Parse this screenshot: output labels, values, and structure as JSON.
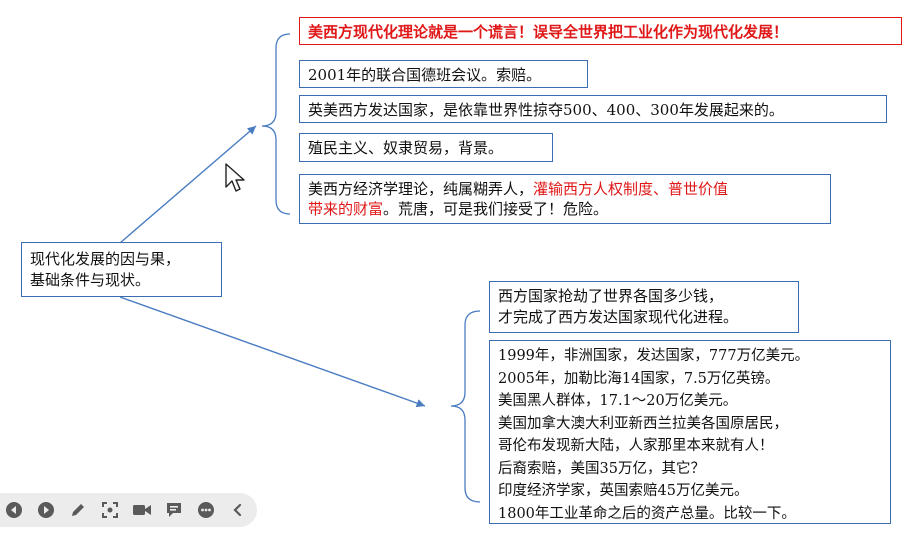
{
  "root": {
    "lines": [
      "现代化发展的因与果，",
      "基础条件与现状。"
    ]
  },
  "top_branch": {
    "b1": "美西方现代化理论就是一个谎言！误导全世界把工业化作为现代化发展！",
    "b2": "2001年的联合国德班会议。索赔。",
    "b3": "英美西方发达国家，是依靠世界性掠夺500、400、300年发展起来的。",
    "b4": "殖民主义、奴隶贸易，背景。",
    "b5": {
      "line1_plain": "美西方经济学理论，纯属糊弄人，",
      "line1_red": "灌输西方人权制度、普世价值",
      "line2_red": "带来的财富",
      "line2_plain": "。荒唐，可是我们接受了！危险。"
    }
  },
  "bottom_branch": {
    "c1": [
      "西方国家抢劫了世界各国多少钱，",
      "才完成了西方发达国家现代化进程。"
    ],
    "c2": [
      "1999年，非洲国家，发达国家，777万亿美元。",
      "2005年，加勒比海14国家，7.5万亿英镑。",
      "美国黑人群体，17.1～20万亿美元。",
      "美国加拿大澳大利亚新西兰拉美各国原居民，",
      "哥伦布发现新大陆，人家那里本来就有人！",
      "后裔索赔，美国35万亿，其它？",
      "印度经济学家，英国索赔45万亿美元。",
      "1800年工业革命之后的资产总量。比较一下。"
    ]
  },
  "colors": {
    "box_border": "#3b6db3",
    "connector": "#4a7cc2",
    "highlight": "#e01818",
    "toolbar_bg": "#ececec",
    "toolbar_icon": "#5a5a5a"
  },
  "toolbar": {
    "icons": [
      "prev-icon",
      "play-icon",
      "pen-icon",
      "screenshot-icon",
      "camera-icon",
      "comment-icon",
      "more-icon",
      "collapse-icon"
    ]
  }
}
